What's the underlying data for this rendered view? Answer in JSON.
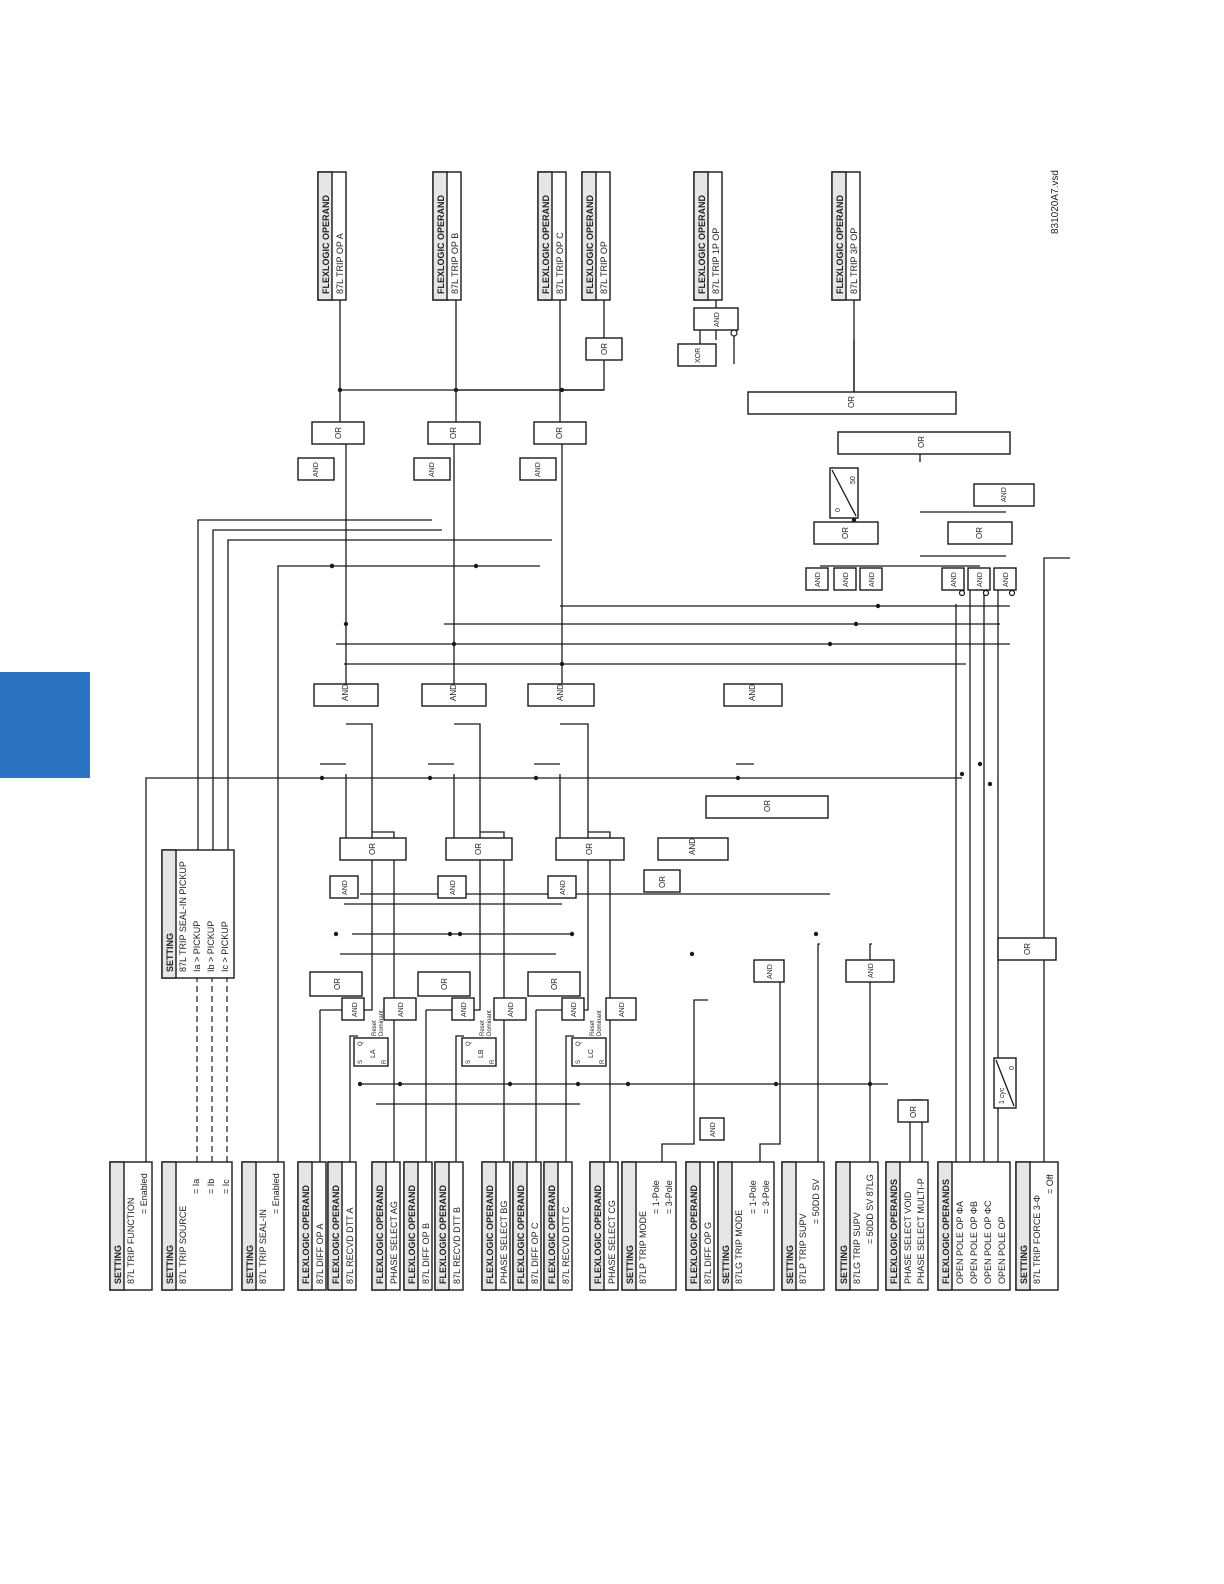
{
  "file_ref": "831020A7.vsd",
  "colors": {
    "line": "#1a1a1a",
    "header": "#e6e6e6",
    "tab": "#2b73c2"
  },
  "outputs": [
    {
      "header": "FLEXLOGIC OPERAND",
      "label": "87L TRIP OP A"
    },
    {
      "header": "FLEXLOGIC OPERAND",
      "label": "87L TRIP OP B"
    },
    {
      "header": "FLEXLOGIC OPERAND",
      "label": "87L TRIP OP C"
    },
    {
      "header": "FLEXLOGIC OPERAND",
      "label": "87L TRIP OP"
    },
    {
      "header": "FLEXLOGIC OPERAND",
      "label": "87L TRIP 1P OP"
    },
    {
      "header": "FLEXLOGIC OPERAND",
      "label": "87L TRIP 3P OP"
    }
  ],
  "inputs": [
    {
      "header": "SETTING",
      "lines": [
        "87L TRIP FUNCTION",
        "= Enabled"
      ]
    },
    {
      "header": "SETTING",
      "lines": [
        "87L TRIP SOURCE",
        "= Ia",
        "= Ib",
        "= Ic"
      ]
    },
    {
      "header": "SETTING",
      "lines": [
        "87L TRIP SEAL-IN",
        "= Enabled"
      ]
    },
    {
      "header": "FLEXLOGIC OPERAND",
      "lines": [
        "87L DIFF OP A"
      ]
    },
    {
      "header": "FLEXLOGIC OPERAND",
      "lines": [
        "87L RECVD DTT A"
      ]
    },
    {
      "header": "FLEXLOGIC OPERAND",
      "lines": [
        "PHASE SELECT AG"
      ]
    },
    {
      "header": "FLEXLOGIC OPERAND",
      "lines": [
        "87L DIFF OP B"
      ]
    },
    {
      "header": "FLEXLOGIC OPERAND",
      "lines": [
        "87L RECVD DTT B"
      ]
    },
    {
      "header": "FLEXLOGIC OPERAND",
      "lines": [
        "PHASE SELECT BG"
      ]
    },
    {
      "header": "FLEXLOGIC OPERAND",
      "lines": [
        "87L DIFF OP C"
      ]
    },
    {
      "header": "FLEXLOGIC OPERAND",
      "lines": [
        "87L RECVD DTT C"
      ]
    },
    {
      "header": "FLEXLOGIC OPERAND",
      "lines": [
        "PHASE SELECT CG"
      ]
    },
    {
      "header": "SETTING",
      "lines": [
        "87LP TRIP MODE",
        "= 1-Pole",
        "= 3-Pole"
      ]
    },
    {
      "header": "FLEXLOGIC OPERAND",
      "lines": [
        "87L DIFF OP G"
      ]
    },
    {
      "header": "SETTING",
      "lines": [
        "87LG TRIP MODE",
        "= 1-Pole",
        "= 3-Pole"
      ]
    },
    {
      "header": "SETTING",
      "lines": [
        "87LP TRIP SUPV",
        "= 50DD SV"
      ]
    },
    {
      "header": "SETTING",
      "lines": [
        "87LG TRIP SUPV",
        "= 50DD SV 87LG"
      ]
    },
    {
      "header": "FLEXLOGIC OPERANDS",
      "lines": [
        "PHASE SELECT VOID",
        "PHASE SELECT MULTI-P"
      ]
    },
    {
      "header": "FLEXLOGIC OPERANDS",
      "lines": [
        "OPEN POLE OP ΦA",
        "OPEN POLE OP ΦB",
        "OPEN POLE OP ΦC",
        "OPEN POLE OP"
      ]
    },
    {
      "header": "SETTING",
      "lines": [
        "87L TRIP FORCE 3-Φ",
        "= Off"
      ]
    }
  ],
  "seal_in_pickup": {
    "header": "SETTING",
    "lines": [
      "87L TRIP SEAL-IN PICKUP",
      "Ia > PICKUP",
      "Ib > PICKUP",
      "Ic > PICKUP"
    ]
  },
  "gates": {
    "and": "AND",
    "or": "OR",
    "xor": "XOR",
    "reset_dominant": [
      "Reset",
      "Dominant"
    ],
    "latch_a": "LA",
    "latch_b": "LB",
    "latch_c": "LC",
    "s": "S",
    "q": "Q",
    "r": "R",
    "timer_50": [
      "0",
      "50"
    ],
    "timer_1cyc": [
      "1 cyc",
      "0"
    ]
  }
}
